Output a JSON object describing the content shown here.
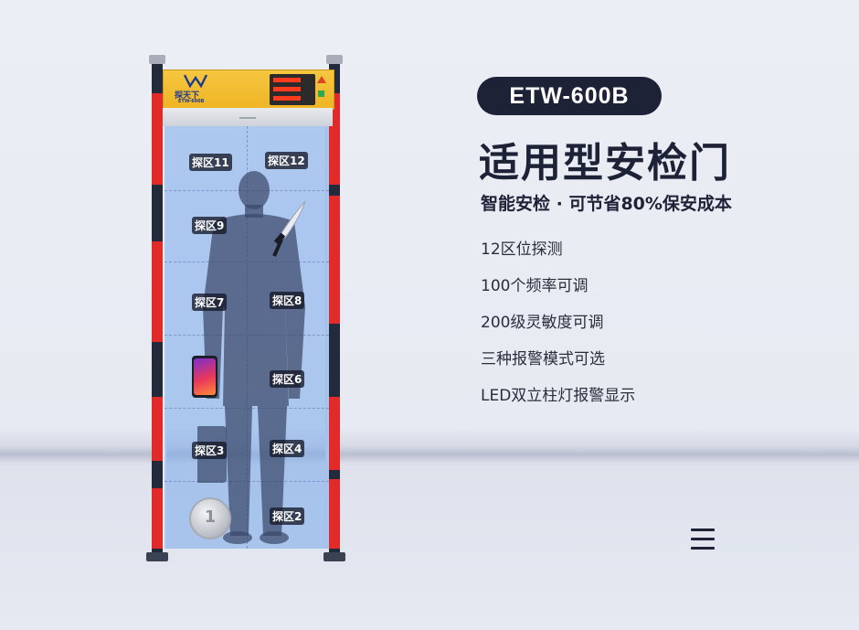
{
  "product": {
    "model": "ETW-600B",
    "headline": "适用型安检门",
    "tagline": "智能安检 · 可节省80%保安成本",
    "features": [
      "12区位探测",
      "100个频率可调",
      "200级灵敏度可调",
      "三种报警模式可选",
      "LED双立柱灯报警显示"
    ]
  },
  "gate": {
    "brand_logo_text": "探天下",
    "brand_model_small": "ETW-600B",
    "zones": {
      "z11": "探区11",
      "z12": "探区12",
      "z9": "探区9",
      "z7": "探区7",
      "z8": "探区8",
      "z6": "探区6",
      "z3": "探区3",
      "z4": "探区4",
      "z2": "探区2"
    },
    "coin_text": "1",
    "pillar_accent": "#e12b2b",
    "detection_field_color": "#78aaeb"
  },
  "colors": {
    "dark_navy": "#1e2236",
    "panel_yellow": "#f6c640"
  },
  "icons": [
    "menu-icon",
    "knife-icon",
    "phone-icon",
    "coin-icon"
  ]
}
